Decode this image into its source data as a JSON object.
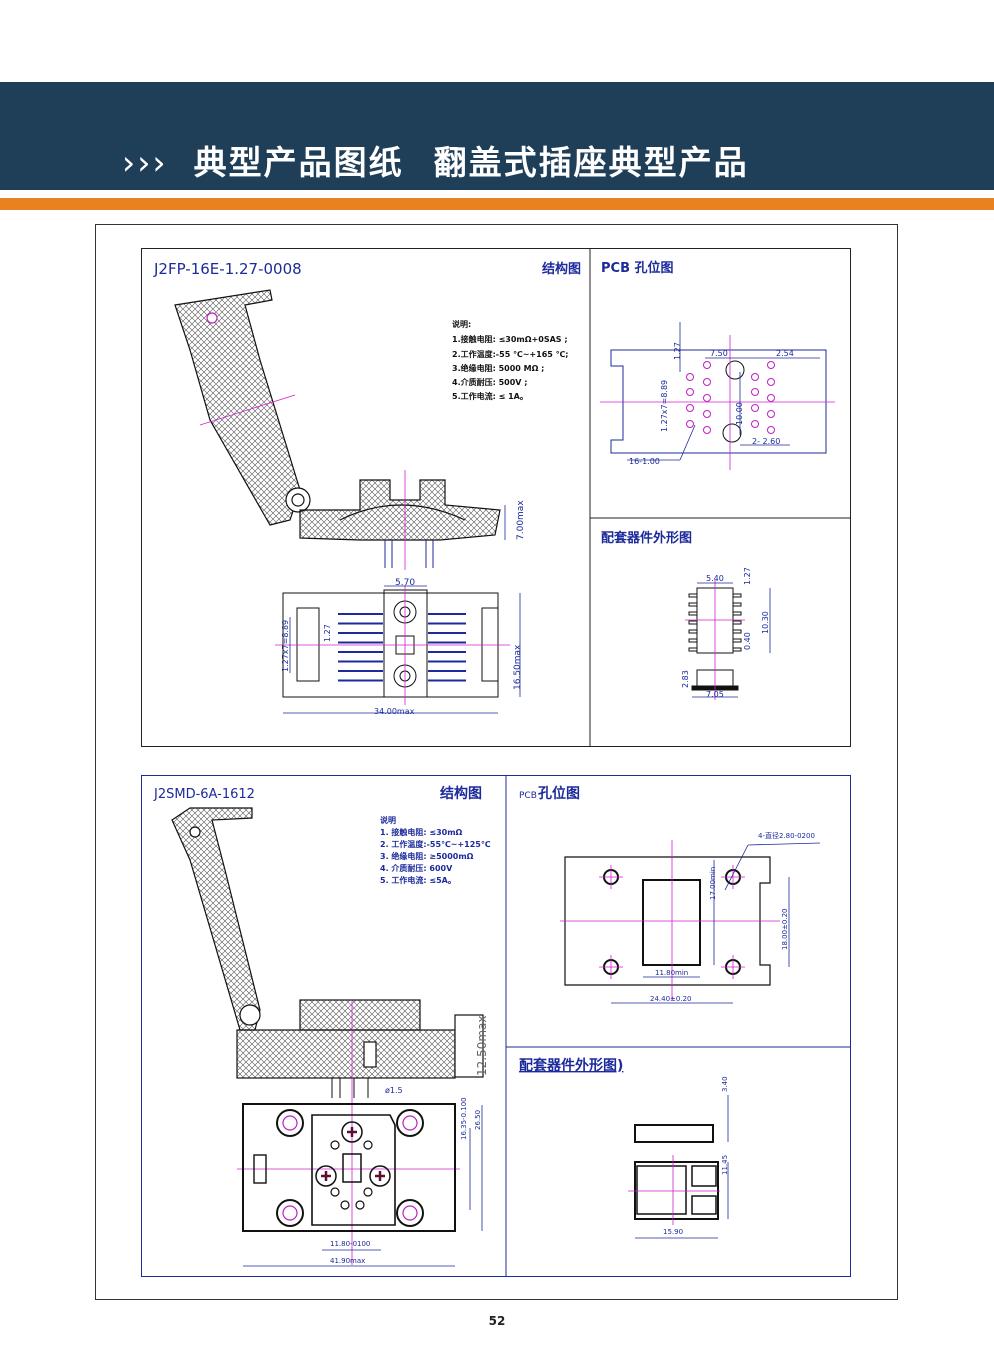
{
  "header": {
    "chevrons": "›››",
    "title": "典型产品图纸",
    "subtitle": "翻盖式插座典型产品"
  },
  "panel1": {
    "model": "J2FP-16E-1.27-0008",
    "structure_label": "结构图",
    "pcb_label": "PCB 孔位图",
    "mating_label": "配套器件外形图",
    "notes": [
      "说明:",
      "1.接触电阻: ≤30mΩ+0SAS ;",
      "2.工作温度:-55 ℃~+165 ℃;",
      "3.绝缘电阻: 5000 MΩ ;",
      "4.介质耐压: 500V ;",
      "5.工作电流: ≤ 1A。"
    ],
    "dims": {
      "height": "7.00max",
      "width_top": "5.70",
      "pitch_total": "1.27x7=8.89",
      "pitch": "1.27",
      "depth": "16.50max",
      "length": "34.00max"
    },
    "pcb_dims": {
      "pitch": "1.27",
      "span": "7.50",
      "edge": "2.54",
      "rows": "1.27x7=8.89",
      "center": "10.00",
      "big_holes": "2- 2.60",
      "small_holes": "16-1.00"
    },
    "mating_dims": {
      "width": "5.40",
      "pitch": "1.27",
      "length": "10.30",
      "pin": "0.40",
      "thick": "2.83",
      "overall": "7.05"
    }
  },
  "panel2": {
    "model": "J2SMD-6A-1612",
    "structure_label": "结构图",
    "pcb_label_prefix": "PCB",
    "pcb_label": "孔位图",
    "mating_label": "配套器件外形图)",
    "notes": [
      "说明",
      "1. 接触电阻: ≤30mΩ",
      "2. 工作温度:-55℃~+125℃",
      "3. 绝缘电阻: ≥5000mΩ",
      "4. 介质耐压: 600V",
      "5. 工作电流: ≤5A。"
    ],
    "dims": {
      "height": "12.50max",
      "pin": "ø1.5",
      "inner_h": "16.35-0.100",
      "outer_h": "26.50",
      "inner_w": "11.80-0100",
      "width": "41.90max"
    },
    "pcb_dims": {
      "holes": "4-直径2.80-0200",
      "height": "17.00min",
      "inner_w": "11.80min",
      "span_h": "18.00±0.20",
      "span_w": "24.40±0.20"
    },
    "mating_dims": {
      "thick": "3.40",
      "height": "11.45",
      "width": "15.90"
    }
  },
  "page_number": "52",
  "colors": {
    "header": "#1f3e58",
    "accent": "#e8821e",
    "dim": "#1c2a9c",
    "center": "#d020d0"
  }
}
